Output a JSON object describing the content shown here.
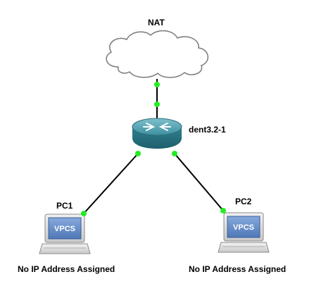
{
  "nodes": {
    "nat": {
      "label": "NAT",
      "icon": "cloud-icon"
    },
    "router": {
      "label": "dent3.2-1",
      "icon": "router-icon"
    },
    "pc1": {
      "label": "PC1",
      "screen_text": "VPCS",
      "status": "No IP Address Assigned",
      "icon": "computer-icon"
    },
    "pc2": {
      "label": "PC2",
      "screen_text": "VPCS",
      "status": "No IP Address Assigned",
      "icon": "computer-icon"
    }
  },
  "links": [
    {
      "from": "NAT",
      "to": "dent3.2-1"
    },
    {
      "from": "dent3.2-1",
      "to": "PC1"
    },
    {
      "from": "dent3.2-1",
      "to": "PC2"
    }
  ],
  "colors": {
    "link": "#000000",
    "port_up": "#22ee22",
    "router_teal": "#2f7f8f",
    "monitor_blue": "#5b86c4"
  }
}
